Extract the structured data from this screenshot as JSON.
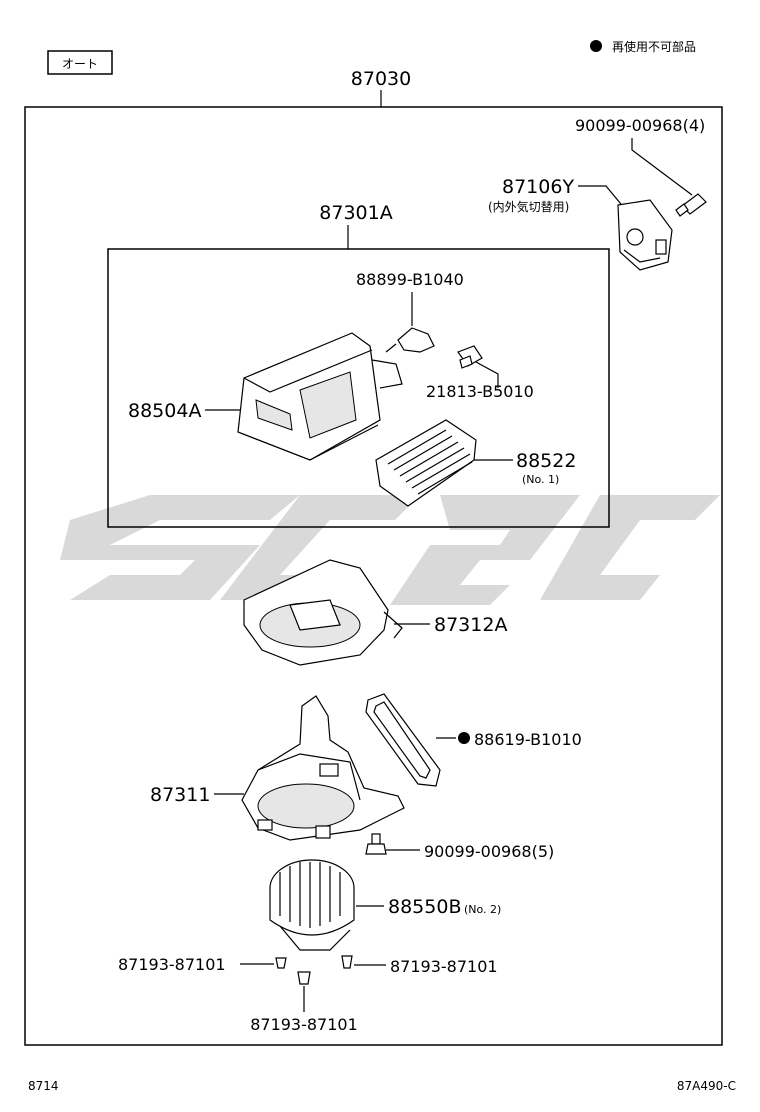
{
  "header": {
    "mode_badge": "オート",
    "legend_text": "再使用不可部品"
  },
  "assembly": {
    "number": "87030"
  },
  "subassembly": {
    "number": "87301A"
  },
  "parts": {
    "p_90099_4": "90099-00968(4)",
    "p_87106Y": "87106Y",
    "p_87106Y_note": "(内外気切替用)",
    "p_88899": "88899-B1040",
    "p_21813": "21813-B5010",
    "p_88504A": "88504A",
    "p_88522": "88522",
    "p_88522_note": "(No. 1)",
    "p_87312A": "87312A",
    "p_88619": "88619-B1010",
    "p_87311": "87311",
    "p_90099_5": "90099-00968(5)",
    "p_88550B": "88550B",
    "p_88550B_note": "(No. 2)",
    "p_87193_left": "87193-87101",
    "p_87193_right": "87193-87101",
    "p_87193_bottom": "87193-87101"
  },
  "footer": {
    "left_code": "8714",
    "right_code": "87A490-C"
  }
}
